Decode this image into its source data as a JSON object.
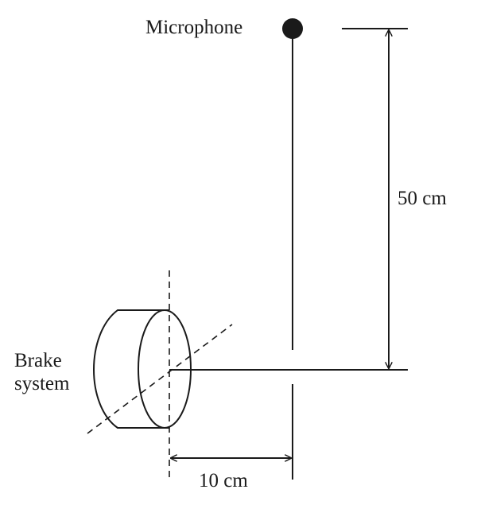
{
  "labels": {
    "microphone": "Microphone",
    "brake_line1": "Brake",
    "brake_line2": "system",
    "vertical_distance": "50 cm",
    "horizontal_distance": "10 cm"
  }
}
